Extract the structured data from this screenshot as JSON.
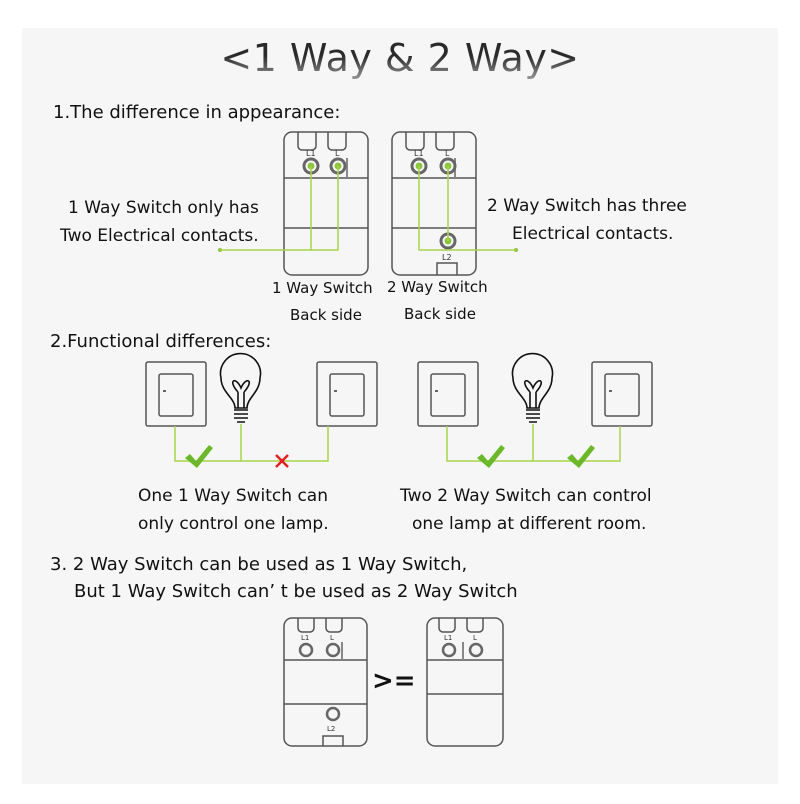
{
  "title": "<1 Way & 2 Way>",
  "section1": {
    "heading": "1.The difference in appearance:",
    "left_note": [
      "1 Way Switch only has",
      "Two  Electrical contacts."
    ],
    "right_note": [
      "2 Way Switch has three",
      "Electrical contacts."
    ],
    "switch_1way": {
      "caption": "1 Way Switch",
      "subcaption": "Back side",
      "terminals": [
        "L1",
        "L"
      ]
    },
    "switch_2way": {
      "caption": "2 Way Switch",
      "subcaption": "Back side",
      "terminals": [
        "L1",
        "L",
        "L2"
      ]
    }
  },
  "section2": {
    "heading": "2.Functional differences:",
    "left_caption": [
      "One 1 Way Switch can",
      "only control one lamp."
    ],
    "right_caption": [
      "Two 2 Way Switch can control",
      "one lamp at different room."
    ],
    "left_marks": [
      "check",
      "cross"
    ],
    "right_marks": [
      "check",
      "check"
    ]
  },
  "section3": {
    "heading_line1": "3.  2 Way Switch can be used as 1 Way Switch,",
    "heading_line2": "But 1 Way Switch can’  t be used as 2 Way Switch",
    "operator": ">=",
    "left_terminals": [
      "L1",
      "L",
      "L2"
    ],
    "right_terminals": [
      "L1",
      "L"
    ]
  },
  "colors": {
    "wire": "#a8d44a",
    "contact": "#8cc63f",
    "check": "#6bb82a",
    "cross": "#e02020",
    "outline": "#555555"
  }
}
